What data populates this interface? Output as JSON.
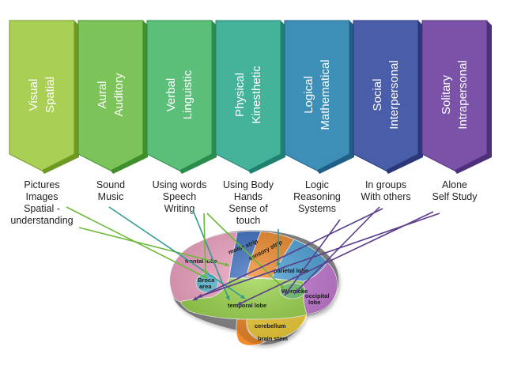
{
  "intelligences": [
    {
      "line1": "Visual",
      "line2": "Spatial",
      "desc": [
        "Pictures",
        "Images",
        "Spatial -",
        "understanding"
      ],
      "color": "#a9cf54",
      "dark": "#6f9a22"
    },
    {
      "line1": "Aural",
      "line2": "Auditory",
      "desc": [
        "Sound",
        "Music"
      ],
      "color": "#7cc45a",
      "dark": "#3f8f2c"
    },
    {
      "line1": "Verbal",
      "line2": "Linguistic",
      "desc": [
        "Using words",
        "Speech",
        "Writing"
      ],
      "color": "#5bbf7a",
      "dark": "#2b8c4c"
    },
    {
      "line1": "Physical",
      "line2": "Kinesthetic",
      "desc": [
        "Using Body",
        "Hands",
        "Sense of",
        "touch"
      ],
      "color": "#45b39a",
      "dark": "#1f8270"
    },
    {
      "line1": "Logical",
      "line2": "Mathematical",
      "desc": [
        "Logic",
        "Reasoning",
        "Systems"
      ],
      "color": "#3d8fb8",
      "dark": "#1f5f87"
    },
    {
      "line1": "Social",
      "line2": "Interpersonal",
      "desc": [
        "In groups",
        "With others"
      ],
      "color": "#4a5da8",
      "dark": "#2a3778"
    },
    {
      "line1": "Solitary",
      "line2": "Intrapersonal",
      "desc": [
        "Alone",
        "Self Study"
      ],
      "color": "#7a53a8",
      "dark": "#4e2f7a"
    }
  ],
  "brain_labels": {
    "frontal": "frontal lobe",
    "motor": "motor strip",
    "sensory": "sensory strip",
    "parietal": "parietal lobe",
    "broca1": "Broca",
    "broca2": "area",
    "wernicke": "Wernicke",
    "temporal": "temporal lobe",
    "occipital1": "occipital",
    "occipital2": "lobe",
    "cerebellum": "cerebellum",
    "brainstem": "brain stem"
  },
  "colors": {
    "frontal": "#f3a5c4",
    "motor": "#3b6fc0",
    "sensory": "#f08a2a",
    "parietal": "#4da3d9",
    "temporal": "#9bd64a",
    "occipital": "#c77ad6",
    "cerebellum": "#f5d23a",
    "brainstem": "#f08a2a",
    "broca": "#5fbfd8",
    "wernicke": "#6cc36a",
    "arrow_green": "#6cb93a",
    "arrow_purple": "#5a3d8c",
    "arrow_teal": "#2f9a93"
  }
}
